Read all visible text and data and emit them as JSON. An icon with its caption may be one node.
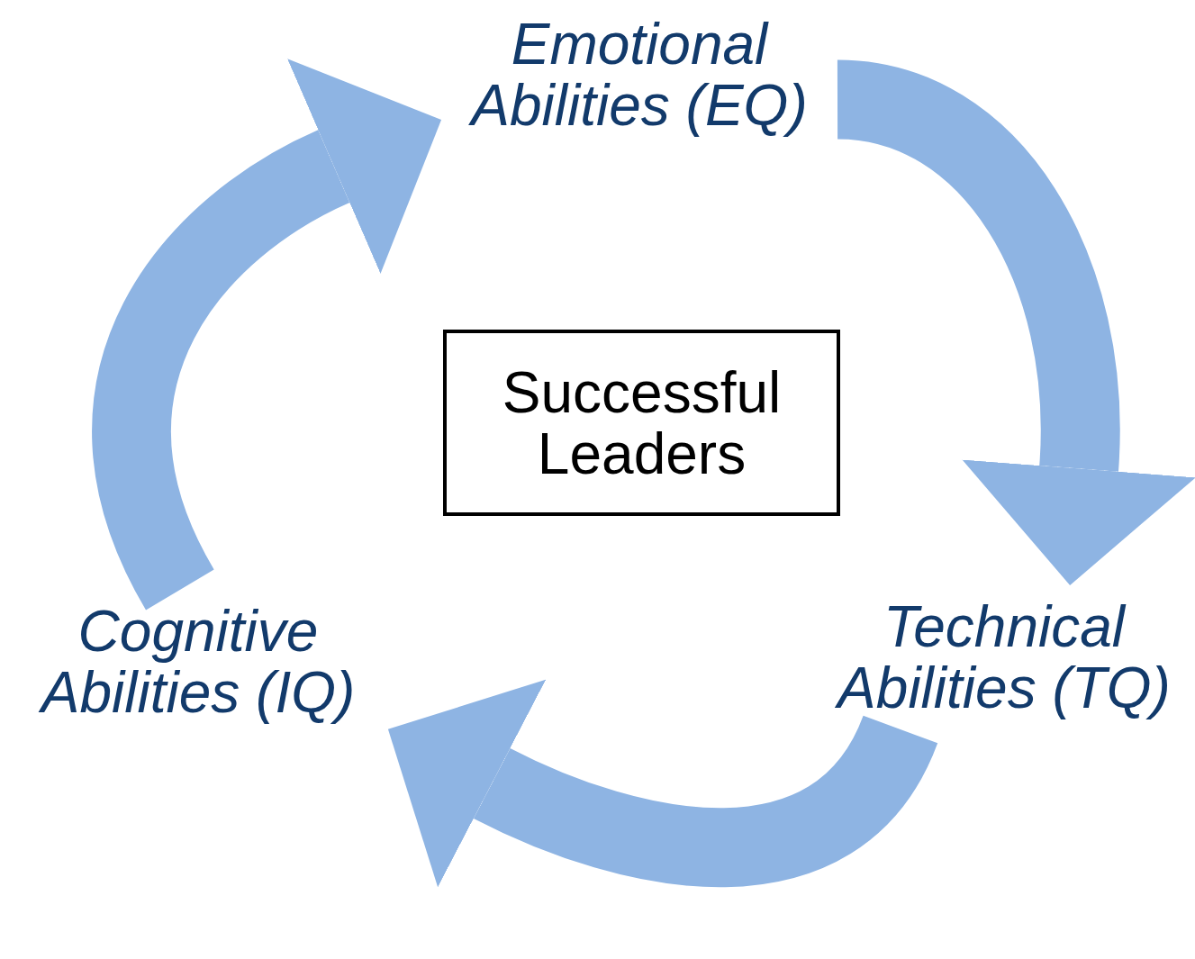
{
  "diagram": {
    "nodes": [
      {
        "text": [
          "Emotional Abilities (EQ)"
        ]
      },
      {
        "text": [
          "Successful Leaders"
        ]
      },
      {
        "text": [
          "Technical Abilities (TQ)"
        ]
      },
      {
        "text": [
          "Cognitive Abilities (IQ)"
        ]
      }
    ],
    "edges": [
      {
        "from": 0,
        "to": 2,
        "arrow": "to"
      },
      {
        "from": 2,
        "to": 3,
        "arrow": "to"
      },
      {
        "from": 3,
        "to": 0,
        "arrow": "to"
      }
    ]
  }
}
